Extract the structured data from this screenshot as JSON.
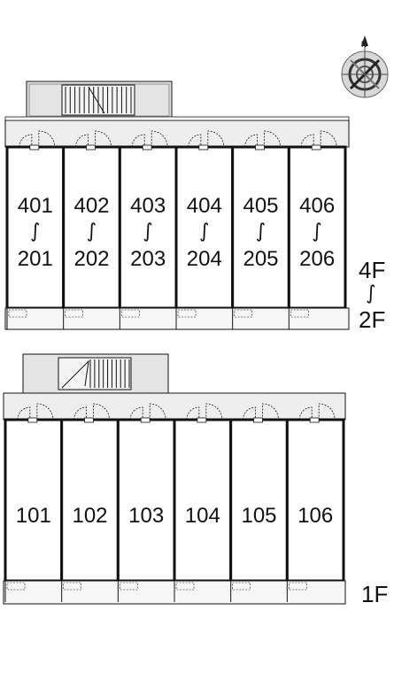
{
  "compass": {
    "north_label": "N",
    "icon": "compass-rose-icon"
  },
  "upper_block": {
    "floor_top": "4F",
    "floor_separator": "∫",
    "floor_bottom": "2F",
    "units": [
      {
        "top": "401",
        "sep": "∫",
        "bottom": "201"
      },
      {
        "top": "402",
        "sep": "∫",
        "bottom": "202"
      },
      {
        "top": "403",
        "sep": "∫",
        "bottom": "203"
      },
      {
        "top": "404",
        "sep": "∫",
        "bottom": "204"
      },
      {
        "top": "405",
        "sep": "∫",
        "bottom": "205"
      },
      {
        "top": "406",
        "sep": "∫",
        "bottom": "206"
      }
    ]
  },
  "lower_block": {
    "floor_label": "1F",
    "units": [
      "101",
      "102",
      "103",
      "104",
      "105",
      "106"
    ]
  },
  "colors": {
    "line": "#111111",
    "corridor": "#eeeeee",
    "stair_box": "#e4e4e4",
    "balcony": "#f6f6f6"
  }
}
